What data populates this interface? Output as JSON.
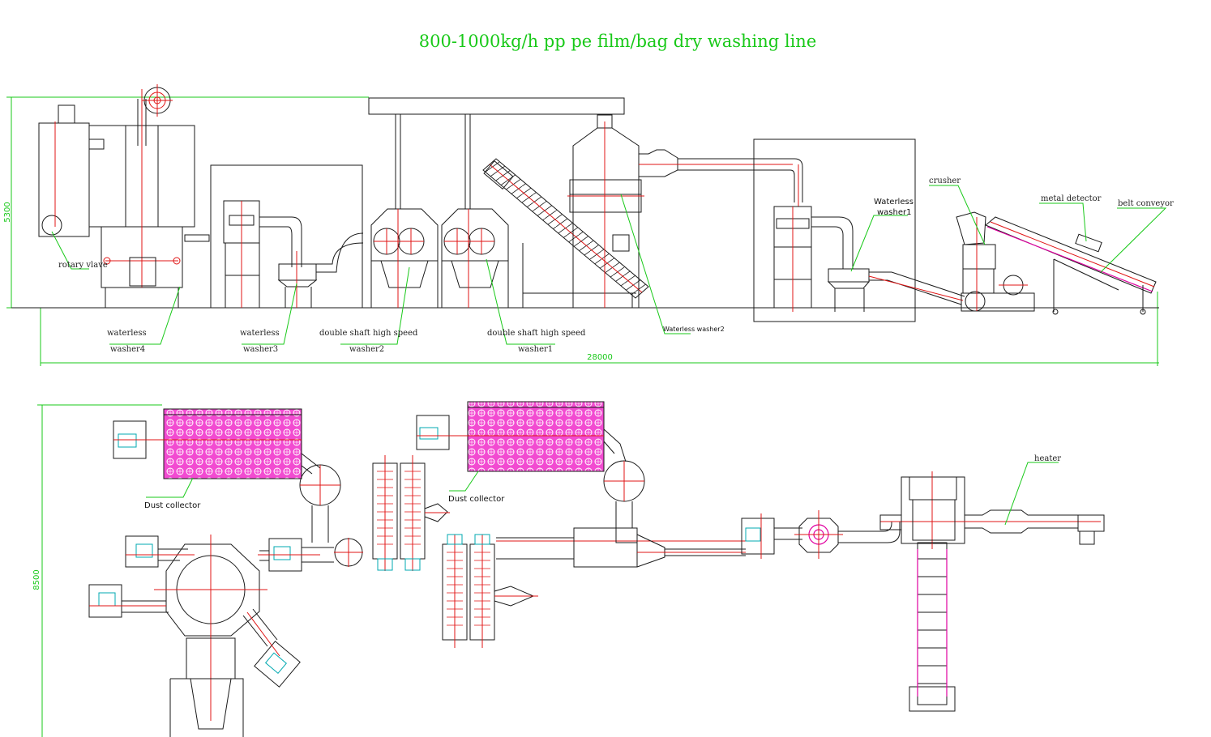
{
  "title": "800-1000kg/h pp pe film/bag dry washing line",
  "dimensions": {
    "height_top": "5300",
    "length_total": "28000",
    "height_bottom": "8500"
  },
  "labels": {
    "rotary_valve": "rotary vlave",
    "waterless_washer4_line1": "waterless",
    "waterless_washer4_line2": "washer4",
    "waterless_washer3_line1": "waterless",
    "waterless_washer3_line2": "washer3",
    "double_shaft_washer2_line1": "double shaft high speed",
    "double_shaft_washer2_line2": "washer2",
    "double_shaft_washer1_line1": "double shaft high speed",
    "double_shaft_washer1_line2": "washer1",
    "waterless_washer2": "Waterless washer2",
    "waterless_washer1_line1": "Waterless",
    "waterless_washer1_line2": "washer1",
    "crusher": "crusher",
    "metal_detector": "metal detector",
    "belt_conveyor": "belt conveyor",
    "dust_collector_left": "Dust collector",
    "dust_collector_right": "Dust collector",
    "heater": "heater"
  },
  "colors": {
    "title_text": "#19c919",
    "dimension_lines": "#19c919",
    "center_lines": "#e01414",
    "outline": "#1a1a1a",
    "filter_bags": "#e000a0",
    "motors": "#00a8b0"
  }
}
